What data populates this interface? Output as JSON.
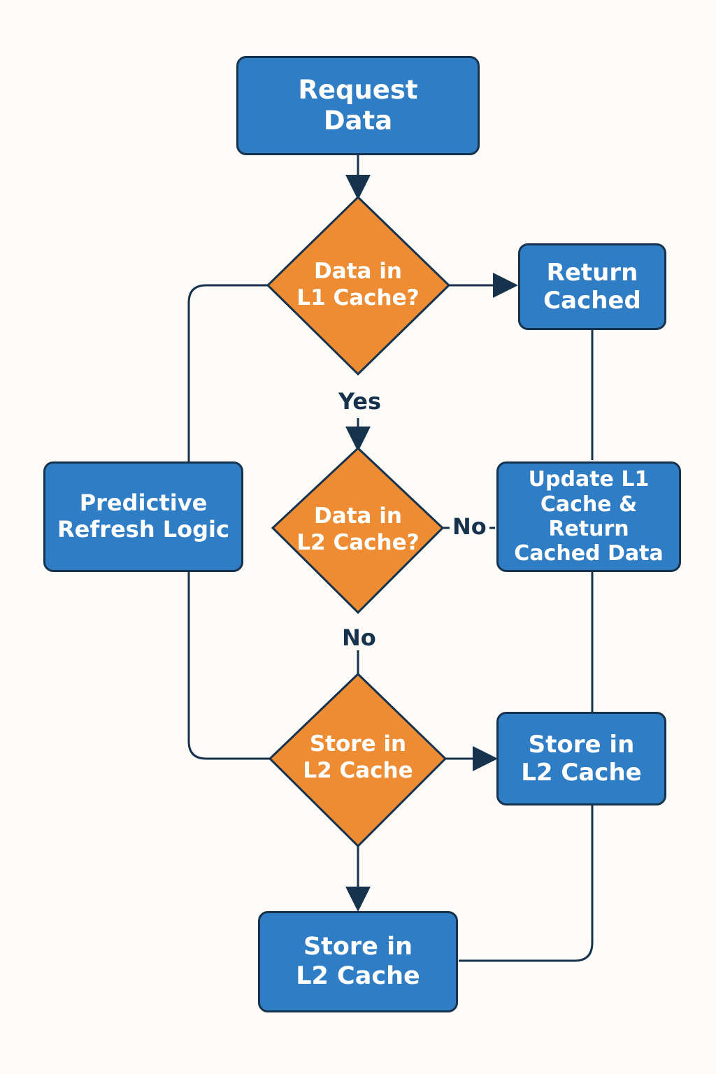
{
  "nodes": {
    "request_data": "Request\nData",
    "l1_check": "Data in\nL1 Cache?",
    "return_cached": "Return\nCached",
    "predictive_refresh": "Predictive\nRefresh Logic",
    "l2_check": "Data in\nL2 Cache?",
    "update_l1": "Update L1\nCache & Return\nCached Data",
    "store_l2_decision": "Store in\nL2 Cache",
    "store_l2_right": "Store in\nL2 Cache",
    "store_l2_bottom": "Store in\nL2 Cache"
  },
  "edge_labels": {
    "yes": "Yes",
    "no_right": "No",
    "no_down": "No"
  },
  "colors": {
    "process": "#2f7dc4",
    "decision": "#ee8c34",
    "line": "#17324d",
    "background": "#fcfbf7"
  }
}
